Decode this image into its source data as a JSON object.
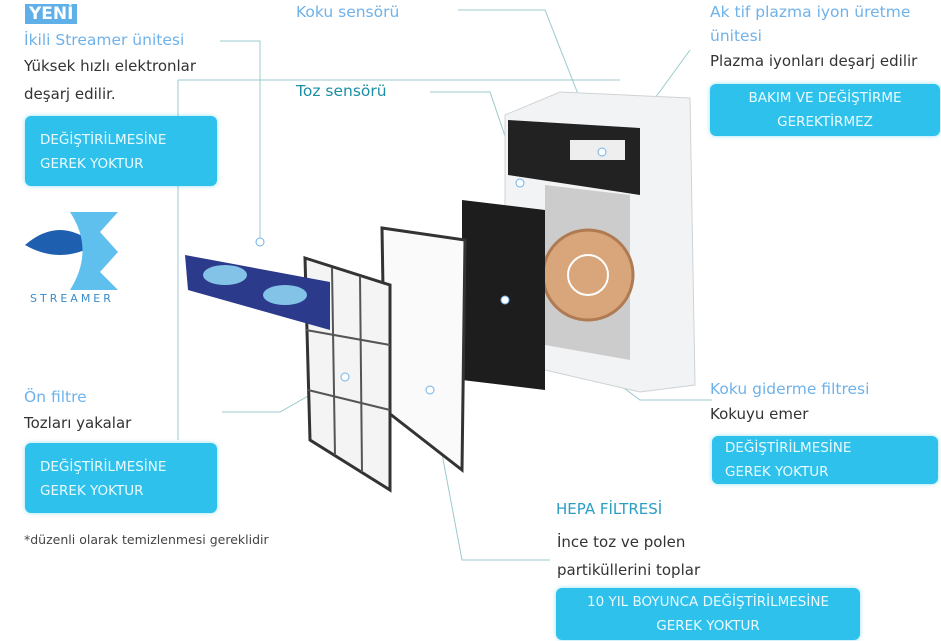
{
  "streamer": {
    "new_badge": "YENİ",
    "title": "İkili Streamer ünitesi",
    "desc_line1": "Yüksek hızlı elektronlar",
    "desc_line2": "deşarj edilir.",
    "badge_line1": "DEĞİŞTİRİLMESİNE",
    "badge_line2": "GEREK YOKTUR",
    "logo_text": "STREAMER"
  },
  "odor_sensor": {
    "title": "Koku sensörü"
  },
  "dust_sensor": {
    "title": "Toz sensörü"
  },
  "plasma": {
    "title_line1": "Ak tif plazma iyon üretme",
    "title_line2": "ünitesi",
    "desc": "Plazma iyonları deşarj edilir",
    "badge_line1": "BAKIM VE DEĞİŞTİRME",
    "badge_line2": "GEREKTİRMEZ"
  },
  "pre_filter": {
    "title": "Ön filtre",
    "desc": "Tozları yakalar",
    "badge_line1": "DEĞİŞTİRİLMESİNE",
    "badge_line2": "GEREK YOKTUR",
    "note": "*düzenli olarak temizlenmesi gereklidir"
  },
  "deodorizing_filter": {
    "title": "Koku giderme filtresi",
    "desc": "Kokuyu emer",
    "badge_line1": "DEĞİŞTİRİLMESİNE",
    "badge_line2": "GEREK YOKTUR"
  },
  "hepa_filter": {
    "title": "HEPA FİLTRESİ",
    "desc_line1": "İnce toz ve polen",
    "desc_line2": "partiküllerini toplar",
    "badge_line1": "10 YIL BOYUNCA DEĞİŞTİRİLMESİNE",
    "badge_line2": "GEREK YOKTUR"
  },
  "colors": {
    "label": "#6fb2ea",
    "badge": "#2ec1ec",
    "teal": "#1c8fa4"
  }
}
